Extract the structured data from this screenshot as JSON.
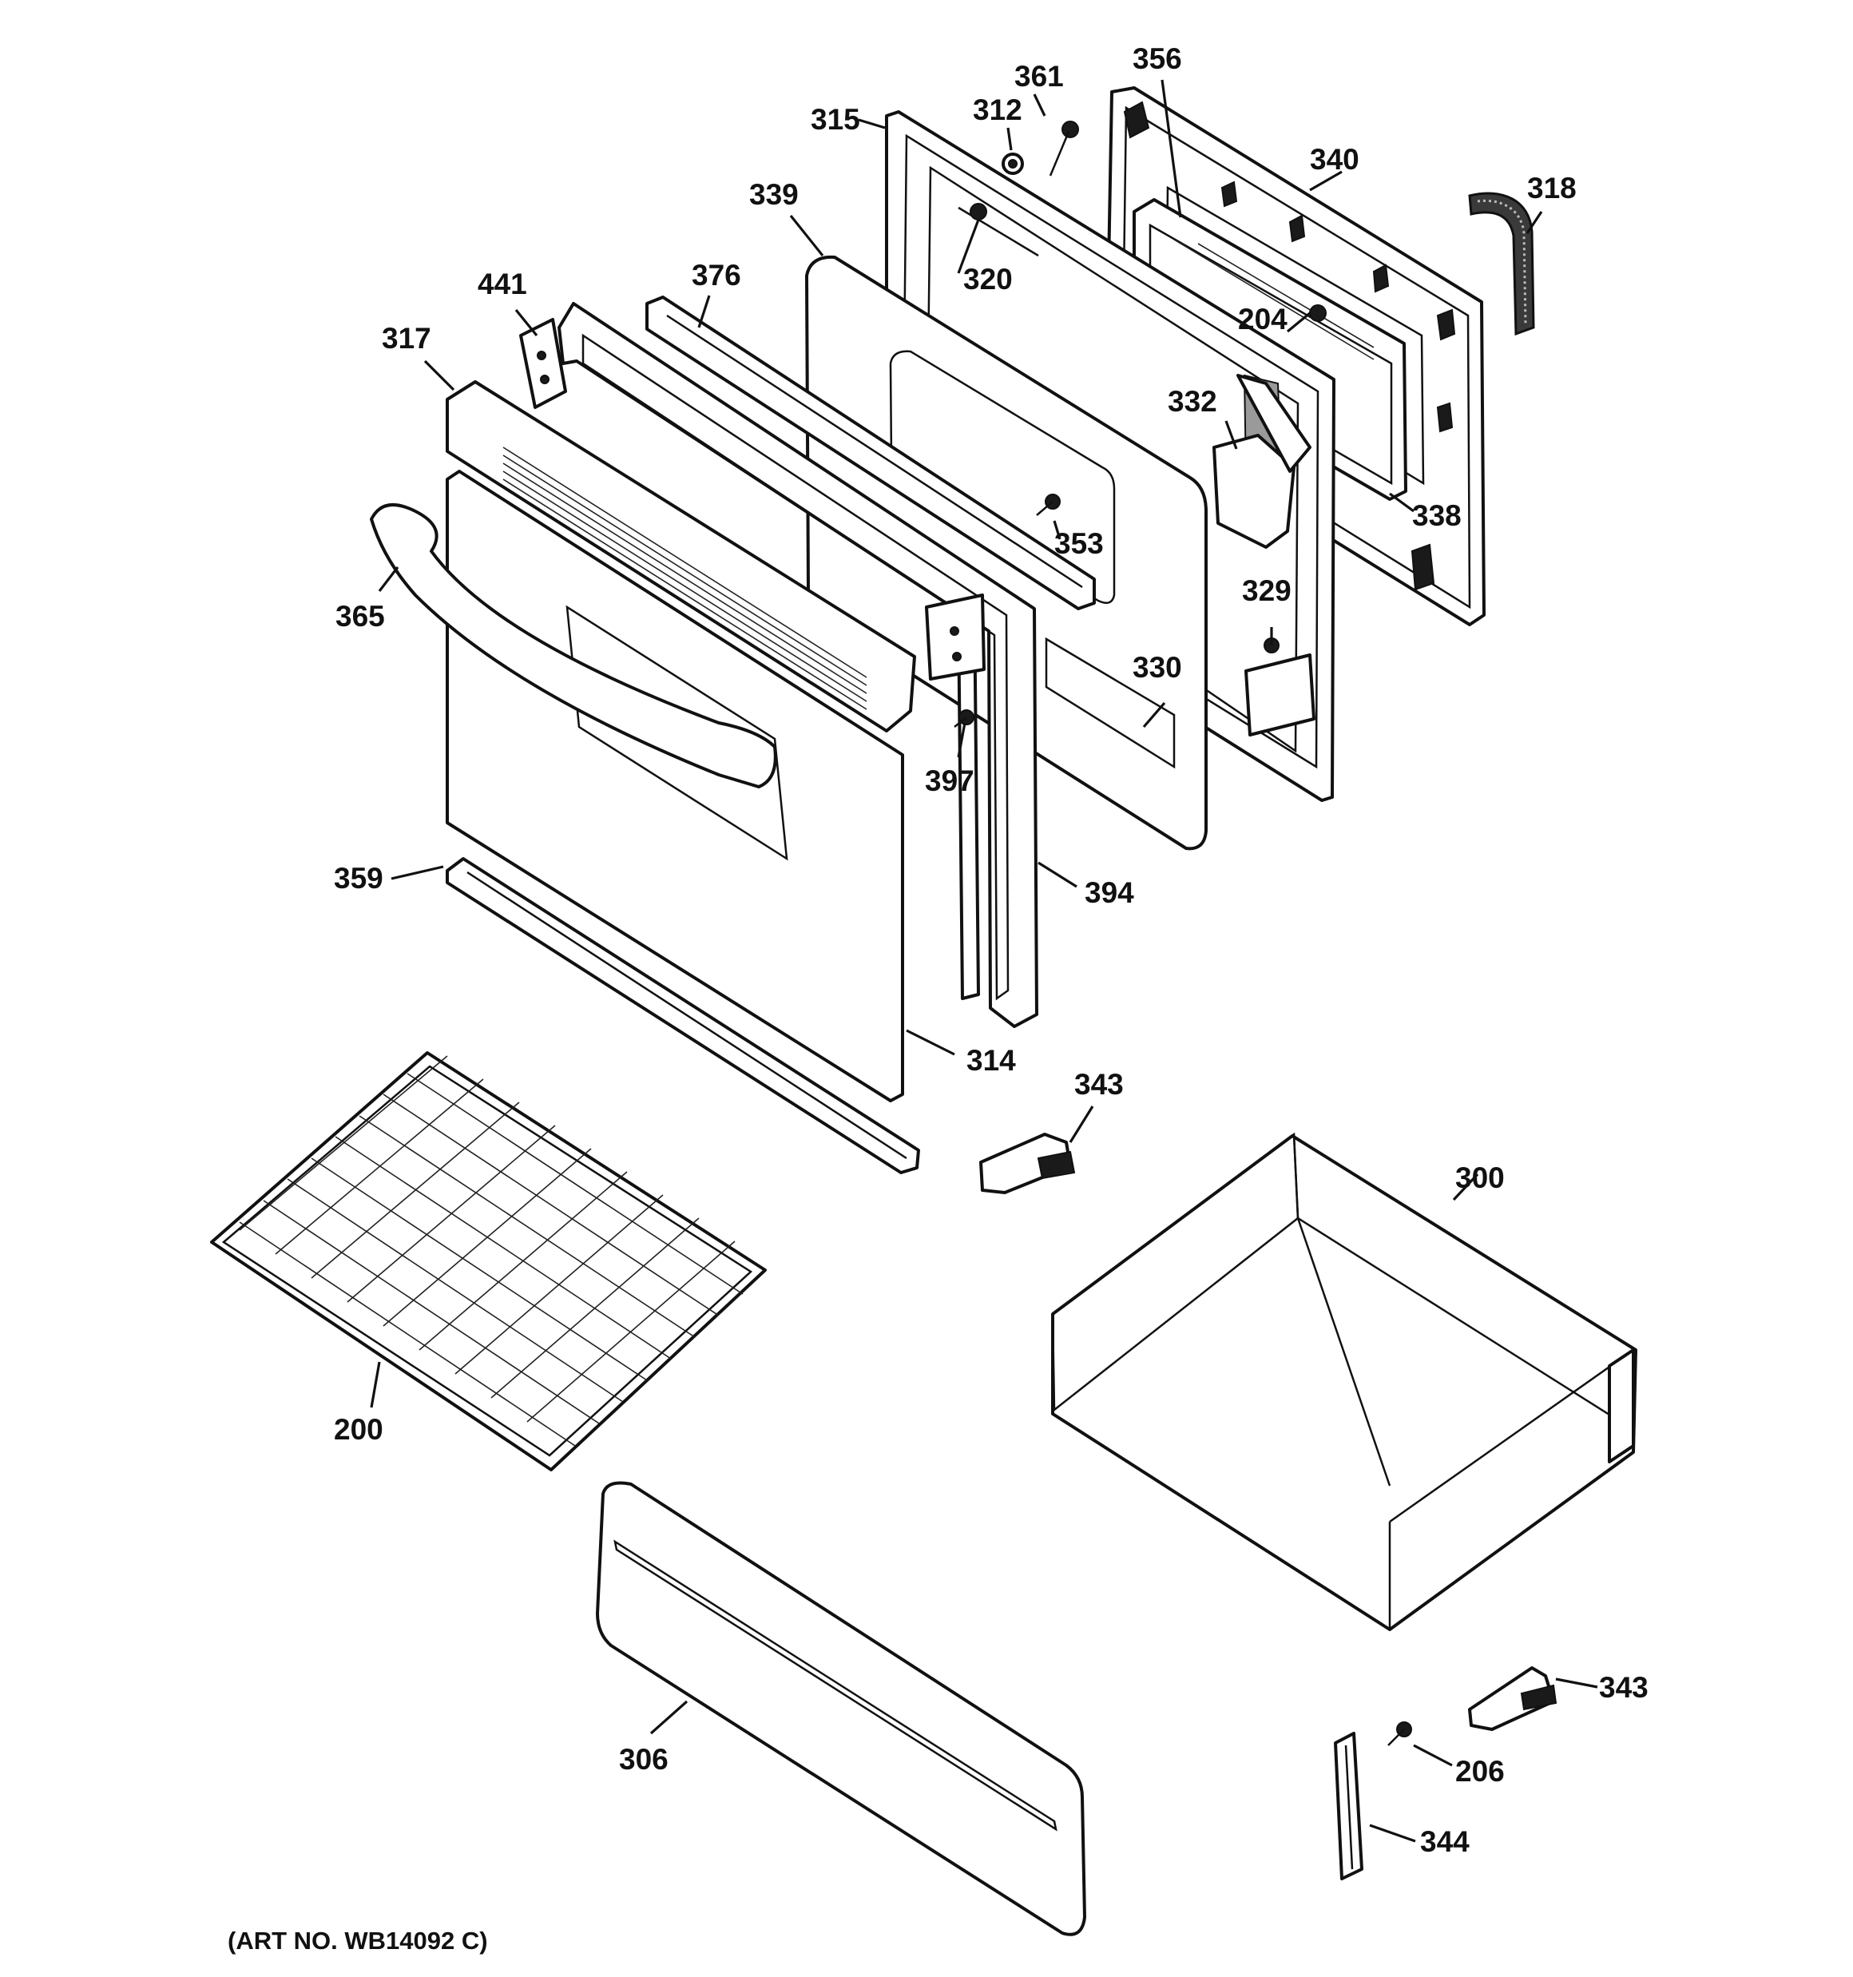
{
  "callouts": [
    {
      "id": "361",
      "label": "361"
    },
    {
      "id": "356",
      "label": "356"
    },
    {
      "id": "312",
      "label": "312"
    },
    {
      "id": "315",
      "label": "315"
    },
    {
      "id": "340",
      "label": "340"
    },
    {
      "id": "339",
      "label": "339"
    },
    {
      "id": "318",
      "label": "318"
    },
    {
      "id": "320",
      "label": "320"
    },
    {
      "id": "441",
      "label": "441"
    },
    {
      "id": "376",
      "label": "376"
    },
    {
      "id": "204",
      "label": "204"
    },
    {
      "id": "317",
      "label": "317"
    },
    {
      "id": "332",
      "label": "332"
    },
    {
      "id": "338",
      "label": "338"
    },
    {
      "id": "353",
      "label": "353"
    },
    {
      "id": "365",
      "label": "365"
    },
    {
      "id": "329",
      "label": "329"
    },
    {
      "id": "330",
      "label": "330"
    },
    {
      "id": "397",
      "label": "397"
    },
    {
      "id": "359",
      "label": "359"
    },
    {
      "id": "394",
      "label": "394"
    },
    {
      "id": "314",
      "label": "314"
    },
    {
      "id": "343a",
      "label": "343"
    },
    {
      "id": "300",
      "label": "300"
    },
    {
      "id": "200",
      "label": "200"
    },
    {
      "id": "343b",
      "label": "343"
    },
    {
      "id": "206",
      "label": "206"
    },
    {
      "id": "306",
      "label": "306"
    },
    {
      "id": "344",
      "label": "344"
    }
  ],
  "art_number": "(ART NO. WB14092 C)"
}
